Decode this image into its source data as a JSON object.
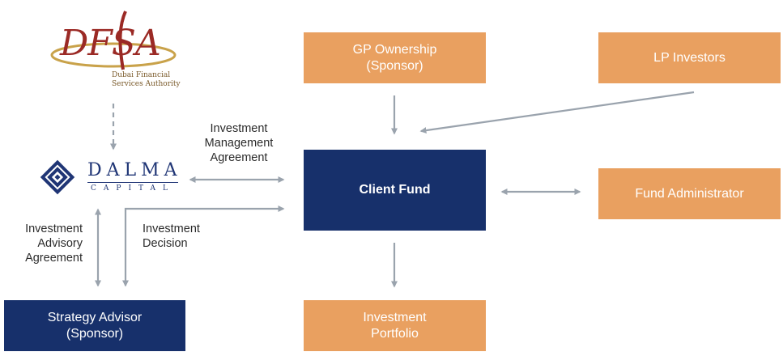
{
  "regulator": {
    "logo_text": "DFSA",
    "subtitle": "Dubai Financial\nServices Authority"
  },
  "manager": {
    "name": "DALMA",
    "subtitle": "CAPITAL"
  },
  "boxes": {
    "gp_ownership": "GP Ownership\n(Sponsor)",
    "lp_investors": "LP Investors",
    "client_fund": "Client Fund",
    "fund_administrator": "Fund Administrator",
    "strategy_advisor": "Strategy Advisor\n(Sponsor)",
    "investment_portfolio": "Investment\nPortfolio"
  },
  "edge_labels": {
    "investment_management_agreement": "Investment\nManagement\nAgreement",
    "investment_advisory_agreement": "Investment\nAdvisory\nAgreement",
    "investment_decision": "Investment\nDecision"
  },
  "colors": {
    "orange": "#e9a060",
    "navy": "#17306b",
    "arrow": "#9aa3ad"
  }
}
